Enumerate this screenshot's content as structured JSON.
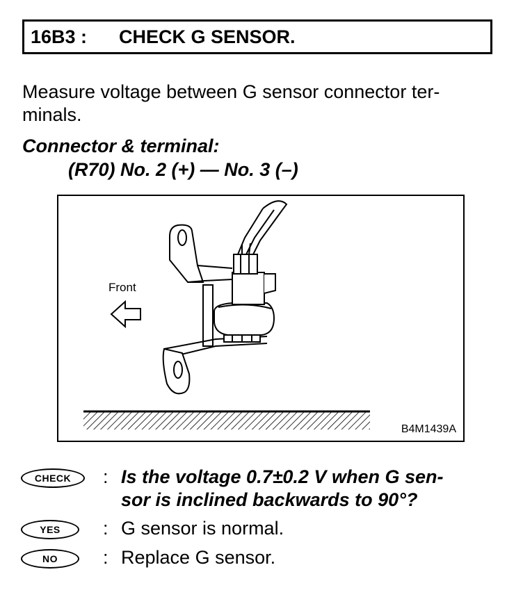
{
  "header": {
    "code": "16B3 :",
    "title": "CHECK G SENSOR."
  },
  "intro": {
    "line1": "Measure voltage between G sensor connector ter-",
    "line2": "minals."
  },
  "connector": {
    "heading": "Connector & terminal:",
    "value": "(R70) No. 2 (+) — No. 3 (–)"
  },
  "figure": {
    "front_label": "Front",
    "front_arrow_icon": "left-arrow-icon",
    "code": "B4M1439A"
  },
  "check": {
    "badge": "CHECK",
    "colon": ":",
    "question_line1": "Is the voltage 0.7±0.2 V when G sen-",
    "question_line2": "sor is inclined backwards to 90°?"
  },
  "yes": {
    "badge": "YES",
    "colon": ":",
    "text": "G sensor is normal."
  },
  "no": {
    "badge": "NO",
    "colon": ":",
    "text": "Replace G sensor."
  }
}
